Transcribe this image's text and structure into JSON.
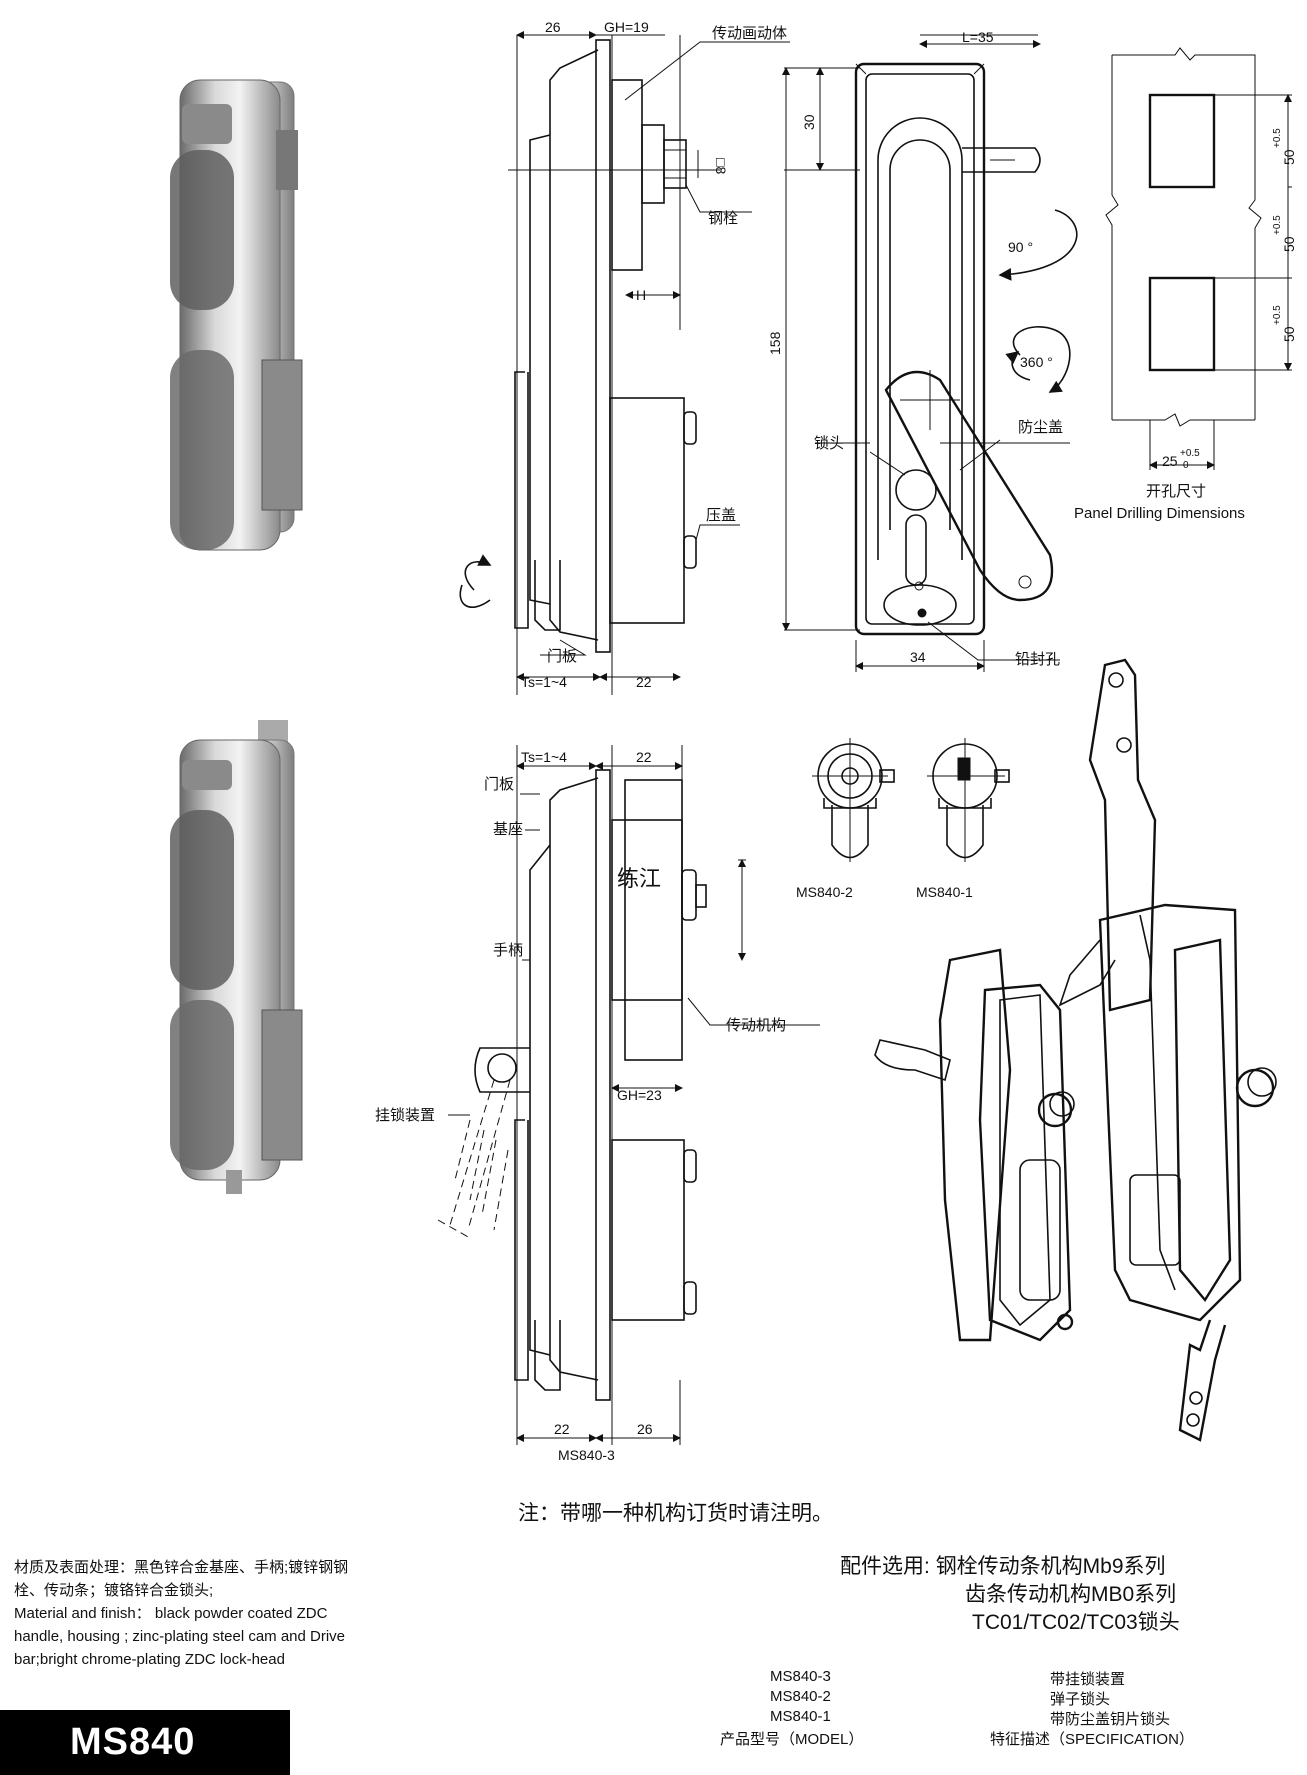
{
  "model": "MS840",
  "labels": {
    "drive_body": "传动画动体",
    "steel_bolt": "钢栓",
    "gland": "压盖",
    "door_panel_top": "门板",
    "lock_head": "锁头",
    "dust_cover": "防尘盖",
    "seal_hole": "铅封孔",
    "panel_hole_cn": "开孔尺寸",
    "panel_hole_en": "Panel Drilling Dimensions",
    "door_panel_bottom": "门板",
    "base": "基座",
    "handle": "手柄",
    "drive_mechanism": "传动机构",
    "padlock_device": "挂锁装置",
    "watermark": "练江"
  },
  "dimensions": {
    "d26_top": "26",
    "gh19": "GH=19",
    "sq8": "□8",
    "h": "H",
    "ts_top": "Ts=1~4",
    "d22_top": "22",
    "l35": "L=35",
    "d30": "30",
    "d158": "158",
    "d34": "34",
    "angle90": "90 °",
    "angle360": "360 °",
    "hole50a": "50",
    "hole50b": "50",
    "hole50c": "50",
    "hole25": "25",
    "tol": "+0.5",
    "tol0": "0",
    "ts_bottom": "Ts=1~4",
    "d22_mid": "22",
    "gh23": "GH=23",
    "d22_bottom": "22",
    "d26_bottom": "26",
    "ms840_3_caption": "MS840-3"
  },
  "cylinders": {
    "ms840_2": "MS840-2",
    "ms840_1": "MS840-1"
  },
  "order_note": "注：带哪一种机构订货时请注明。",
  "materials": {
    "cn_line1": "材质及表面处理：黑色锌合金基座、手柄;镀锌钢钢",
    "cn_line2": "栓、传动条；镀铬锌合金锁头;",
    "en_line1": "Material  and  finish：  black  powder  coated  ZDC",
    "en_line2": "handle, housing ;  zinc-plating steel cam and Drive",
    "en_line3": "bar;bright chrome-plating ZDC lock-head"
  },
  "accessories": {
    "prefix": "配件选用:",
    "line1": "钢栓传动条机构Mb9系列",
    "line2": "齿条传动机构MB0系列",
    "line3": "TC01/TC02/TC03锁头"
  },
  "spec_table": {
    "rows": [
      {
        "model": "MS840-3",
        "spec": "带挂锁装置"
      },
      {
        "model": "MS840-2",
        "spec": "弹子锁头"
      },
      {
        "model": "MS840-1",
        "spec": "带防尘盖钥片锁头"
      }
    ],
    "header_model": "产品型号（MODEL）",
    "header_spec": "特征描述（SPECIFICATION）"
  }
}
